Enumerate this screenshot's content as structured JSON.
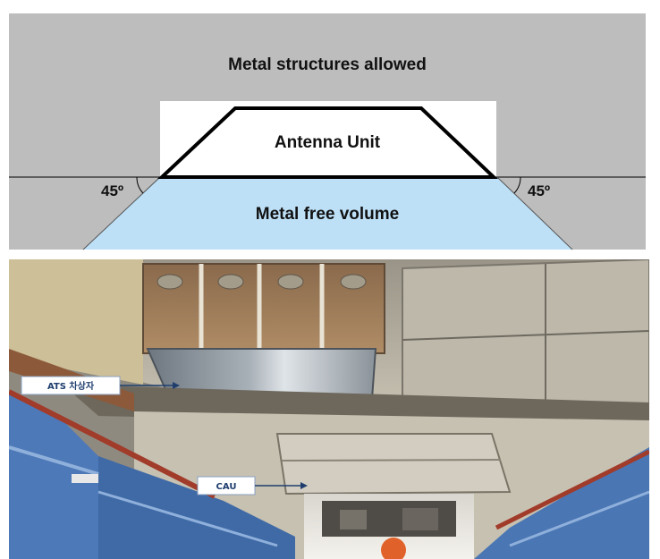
{
  "diagram": {
    "top_label": "Metal structures allowed",
    "antenna_label": "Antenna Unit",
    "free_volume_label": "Metal free volume",
    "left_angle": "45º",
    "right_angle": "45º"
  },
  "photo": {
    "callouts": [
      {
        "label": "ATS 차상자"
      },
      {
        "label": "CAU"
      }
    ]
  },
  "colors": {
    "gray_region": "#bdbdbd",
    "metal_free": "#bde0f7",
    "antenna_box": "#ffffff",
    "outline": "#000000",
    "callout_box": "#ffffff",
    "callout_text": "#1f3e6e"
  }
}
